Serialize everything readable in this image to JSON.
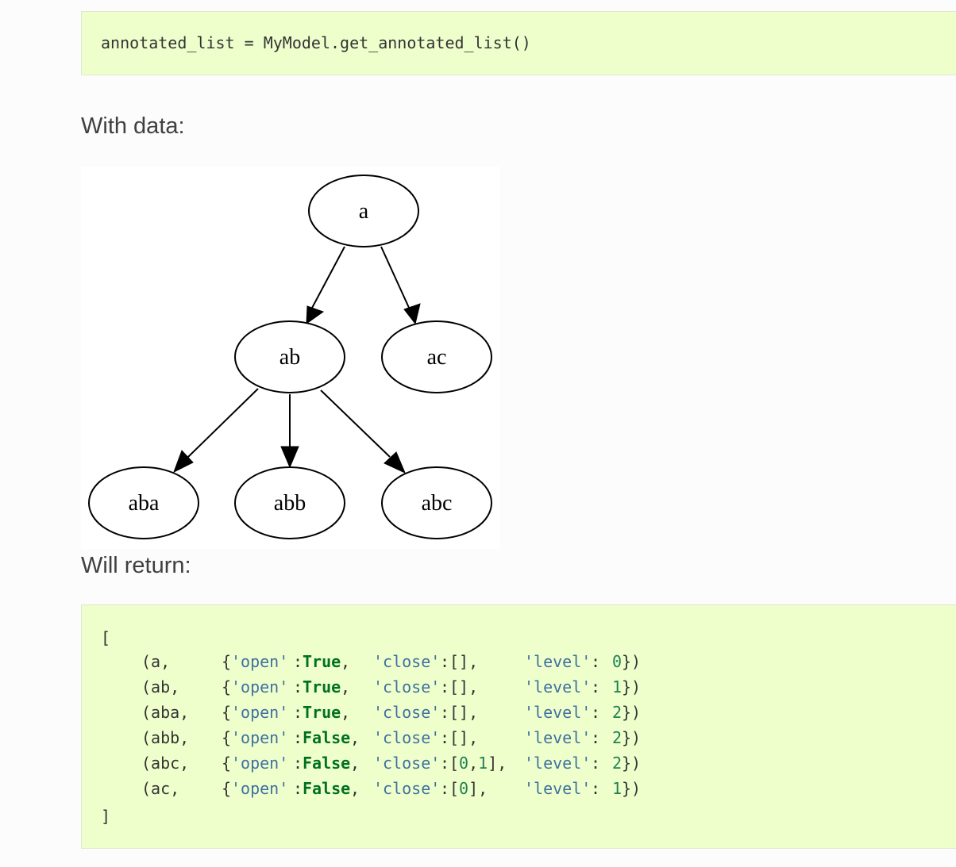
{
  "code1": {
    "line": "annotated_list = MyModel.get_annotated_list()"
  },
  "with_data_label": "With data:",
  "will_return_label": "Will return:",
  "tree": {
    "nodes": {
      "a": "a",
      "ab": "ab",
      "ac": "ac",
      "aba": "aba",
      "abb": "abb",
      "abc": "abc"
    }
  },
  "code2": {
    "open_bracket": "[",
    "close_bracket": "]",
    "rows": [
      {
        "node": "(a,",
        "open_key": "{'open'",
        "colon1": ":",
        "open_val": "True",
        "comma1": ",",
        "close_key": "'close'",
        "colon2": ":",
        "close_val": "[],",
        "level_key": "'level'",
        "colon3": ": ",
        "level_val": "0",
        "end": "})"
      },
      {
        "node": "(ab,",
        "open_key": "{'open'",
        "colon1": ":",
        "open_val": "True",
        "comma1": ",",
        "close_key": "'close'",
        "colon2": ":",
        "close_val": "[],",
        "level_key": "'level'",
        "colon3": ": ",
        "level_val": "1",
        "end": "})"
      },
      {
        "node": "(aba,",
        "open_key": "{'open'",
        "colon1": ":",
        "open_val": "True",
        "comma1": ",",
        "close_key": "'close'",
        "colon2": ":",
        "close_val": "[],",
        "level_key": "'level'",
        "colon3": ": ",
        "level_val": "2",
        "end": "})"
      },
      {
        "node": "(abb,",
        "open_key": "{'open'",
        "colon1": ":",
        "open_val": "False",
        "comma1": ",",
        "close_key": "'close'",
        "colon2": ":",
        "close_val": "[],",
        "level_key": "'level'",
        "colon3": ": ",
        "level_val": "2",
        "end": "})"
      },
      {
        "node": "(abc,",
        "open_key": "{'open'",
        "colon1": ":",
        "open_val": "False",
        "comma1": ",",
        "close_key": "'close'",
        "colon2": ":",
        "close_val": "[0,1],",
        "level_key": "'level'",
        "colon3": ": ",
        "level_val": "2",
        "end": "})"
      },
      {
        "node": "(ac,",
        "open_key": "{'open'",
        "colon1": ":",
        "open_val": "False",
        "comma1": ",",
        "close_key": "'close'",
        "colon2": ":",
        "close_val": "[0],",
        "level_key": "'level'",
        "colon3": ": ",
        "level_val": "1",
        "end": "})"
      }
    ]
  }
}
